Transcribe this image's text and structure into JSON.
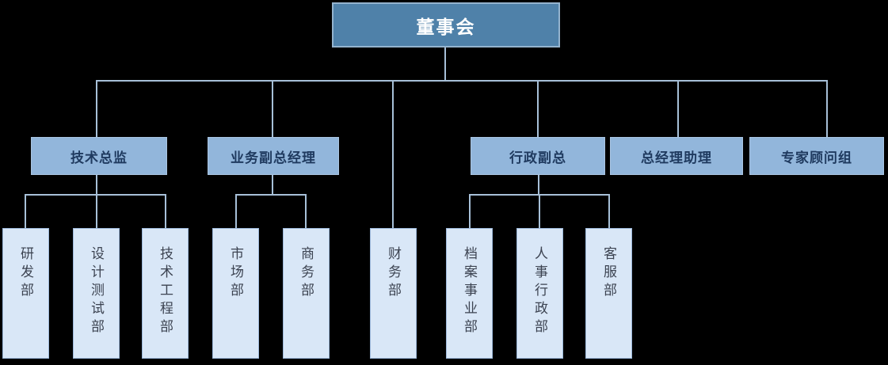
{
  "diagram": {
    "type": "org-chart",
    "background_color": "#000000",
    "nodes": {
      "board": {
        "label": "董事会",
        "level": 1
      },
      "tech_director": {
        "label": "技术总监",
        "level": 2
      },
      "business_deputy_gm": {
        "label": "业务副总经理",
        "level": 2
      },
      "admin_deputy_gm": {
        "label": "行政副总",
        "level": 2
      },
      "gm_assistant": {
        "label": "总经理助理",
        "level": 2
      },
      "expert_advisory_group": {
        "label": "专家顾问组",
        "level": 2
      },
      "rd_dept": {
        "label": "研发部",
        "level": 3
      },
      "design_testing_dept": {
        "label": "设计测试部",
        "level": 3
      },
      "tech_engineering_dept": {
        "label": "技术工程部",
        "level": 3
      },
      "marketing_dept": {
        "label": "市场部",
        "level": 3
      },
      "business_dept": {
        "label": "商务部",
        "level": 3
      },
      "finance_dept": {
        "label": "财务部",
        "level": 3
      },
      "archives_dept": {
        "label": "档案事业部",
        "level": 3
      },
      "hr_admin_dept": {
        "label": "人事行政部",
        "level": 3
      },
      "customer_service_dept": {
        "label": "客服部",
        "level": 3
      }
    },
    "hierarchy": {
      "董事会": [
        "技术总监",
        "业务副总经理",
        "财务部",
        "行政副总",
        "总经理助理",
        "专家顾问组"
      ],
      "技术总监": [
        "研发部",
        "设计测试部",
        "技术工程部"
      ],
      "业务副总经理": [
        "市场部",
        "商务部"
      ],
      "行政副总": [
        "档案事业部",
        "人事行政部",
        "客服部"
      ]
    },
    "colors": {
      "root_fill": "#4F81A9",
      "root_border": "#94B3CE",
      "root_text": "#FFFFFF",
      "level2_fill": "#92B6DB",
      "level2_border": "#A9C4E1",
      "level2_text": "#1F3A5F",
      "level3_fill": "#D9E7F7",
      "level3_border": "#9CB8DA",
      "level3_text": "#3C4351",
      "connector": "#A7C0D8"
    }
  }
}
